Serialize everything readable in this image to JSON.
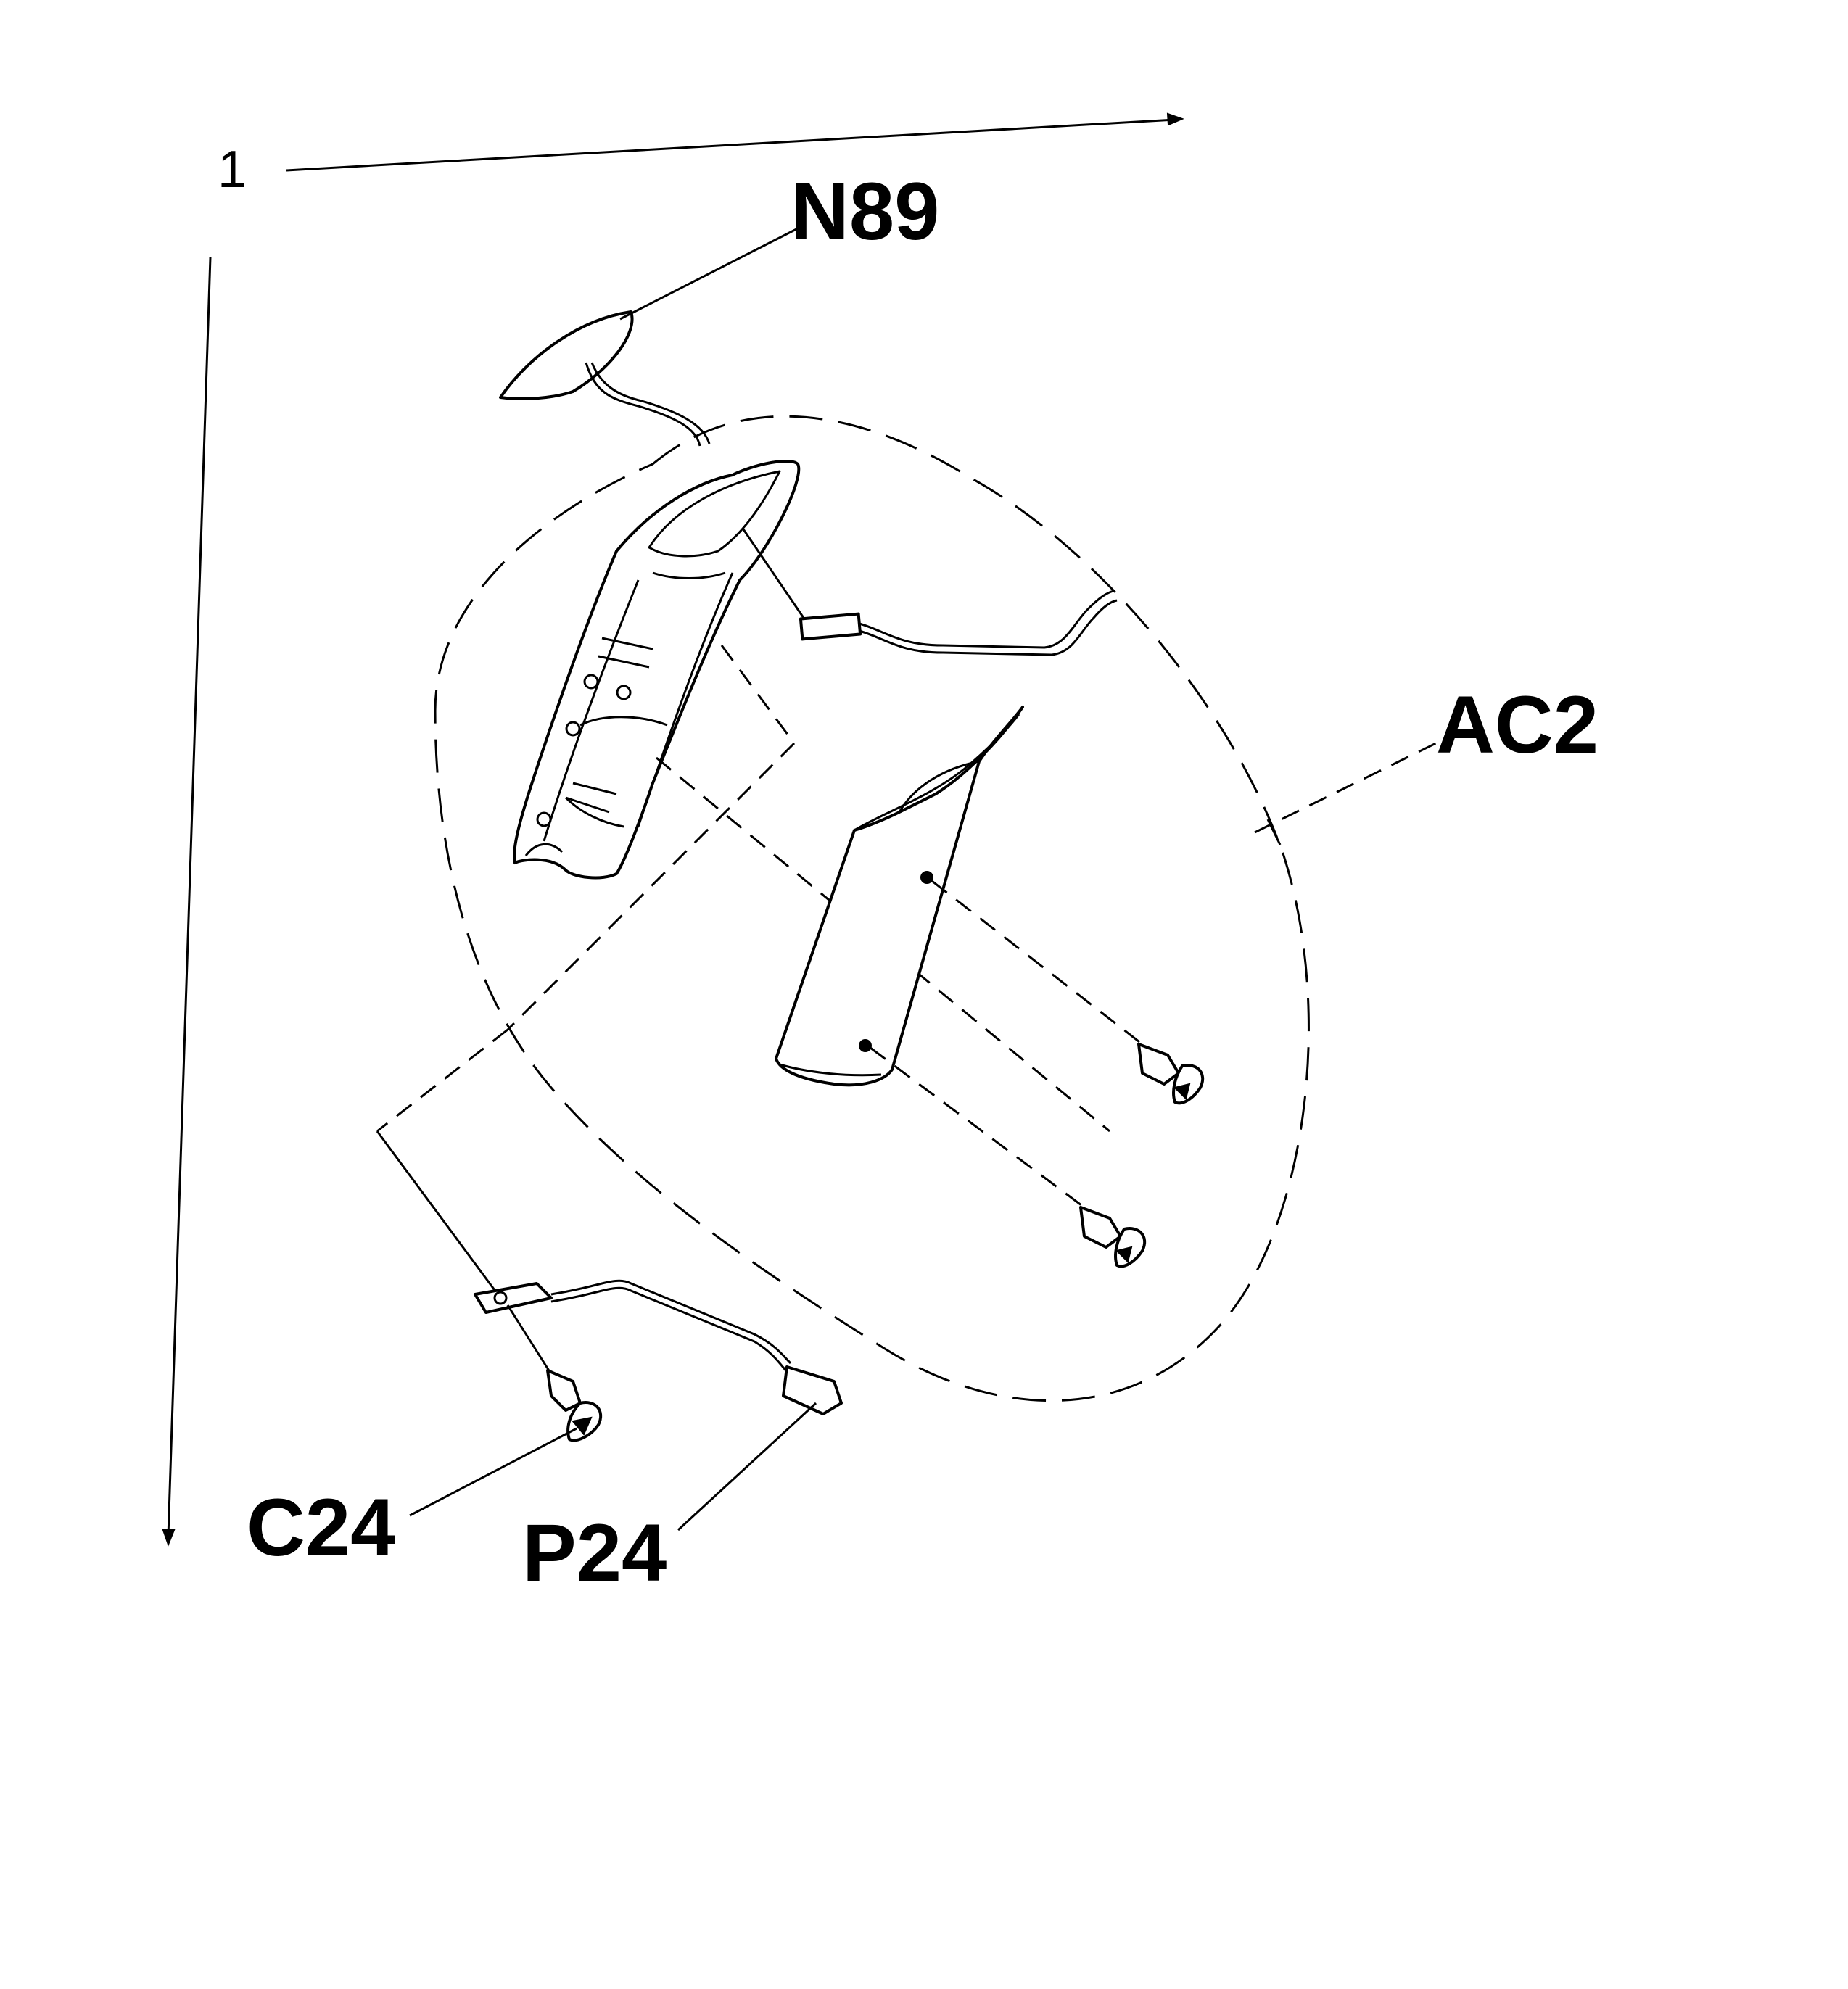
{
  "diagram": {
    "view_number": "1",
    "labels": {
      "n89": "N89",
      "ac2": "AC2",
      "c24": "C24",
      "p24": "P24"
    }
  }
}
